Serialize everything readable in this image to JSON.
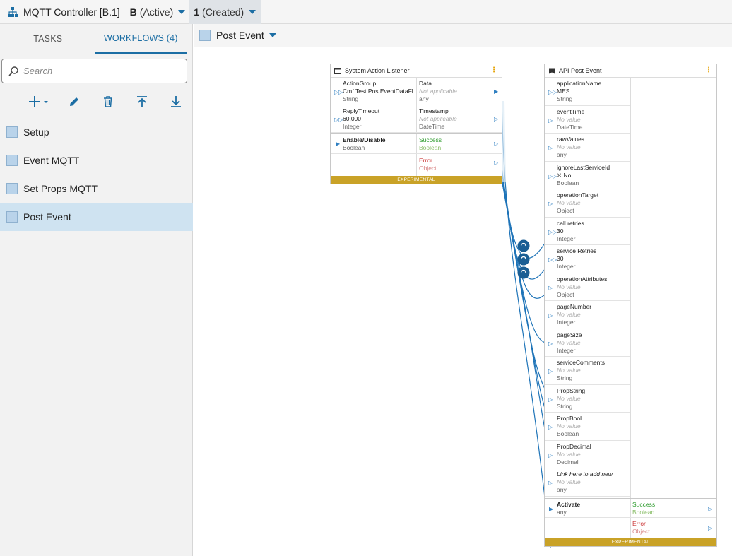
{
  "topbar": {
    "title": "MQTT Controller [B.1]",
    "version_letter": "B",
    "version_state": "(Active)",
    "revision_number": "1",
    "revision_state": "(Created)"
  },
  "left_panel": {
    "tabs": [
      {
        "label": "TASKS",
        "active": false
      },
      {
        "label": "WORKFLOWS (4)",
        "active": true
      }
    ],
    "search_placeholder": "Search",
    "toolbar_icons": [
      "add-dropdown-icon",
      "edit-icon",
      "delete-icon",
      "move-top-icon",
      "move-bottom-icon"
    ],
    "workflows": [
      {
        "label": "Setup",
        "selected": false
      },
      {
        "label": "Event MQTT",
        "selected": false
      },
      {
        "label": "Set Props MQTT",
        "selected": false
      },
      {
        "label": "Post Event",
        "selected": true
      }
    ]
  },
  "canvas": {
    "workflow_title": "Post Event",
    "listener": {
      "title": "System Action Listener",
      "badge": "EXPERIMENTAL",
      "inputs": [
        {
          "name": "ActionGroup",
          "value": "Cmf.Test.PostEventDataFl...",
          "type": "String"
        },
        {
          "name": "ReplyTimeout",
          "value": "60,000",
          "type": "Integer"
        },
        {
          "name": "Enable/Disable",
          "value": "",
          "type": "Boolean"
        }
      ],
      "outputs": [
        {
          "name": "Data",
          "value": "Not applicable",
          "type": "any"
        },
        {
          "name": "Timestamp",
          "value": "Not applicable",
          "type": "DateTime"
        },
        {
          "name": "Success",
          "value": "",
          "type": "Boolean"
        },
        {
          "name": "Error",
          "value": "",
          "type": "Object"
        }
      ]
    },
    "api": {
      "title": "API Post Event",
      "badge": "EXPERIMENTAL",
      "inputs": [
        {
          "name": "applicationName",
          "value": "MES",
          "type": "String"
        },
        {
          "name": "eventTime",
          "value": "No value",
          "type": "DateTime"
        },
        {
          "name": "rawValues",
          "value": "No value",
          "type": "any"
        },
        {
          "name": "ignoreLastServiceId",
          "value": "No",
          "type": "Boolean"
        },
        {
          "name": "operationTarget",
          "value": "No value",
          "type": "Object"
        },
        {
          "name": "call retries",
          "value": "30",
          "type": "Integer"
        },
        {
          "name": "service Retries",
          "value": "30",
          "type": "Integer"
        },
        {
          "name": "operationAttributes",
          "value": "No value",
          "type": "Object"
        },
        {
          "name": "pageNumber",
          "value": "No value",
          "type": "Integer"
        },
        {
          "name": "pageSize",
          "value": "No value",
          "type": "Integer"
        },
        {
          "name": "serviceComments",
          "value": "No value",
          "type": "String"
        },
        {
          "name": "PropString",
          "value": "No value",
          "type": "String"
        },
        {
          "name": "PropBool",
          "value": "No value",
          "type": "Boolean"
        },
        {
          "name": "PropDecimal",
          "value": "No value",
          "type": "Decimal"
        },
        {
          "name": "Link here to add new",
          "value": "No value",
          "type": "any"
        }
      ],
      "activate": {
        "name": "Activate",
        "type": "any"
      },
      "outputs": [
        {
          "name": "Success",
          "type": "Boolean"
        },
        {
          "name": "Error",
          "type": "Object"
        }
      ]
    }
  }
}
